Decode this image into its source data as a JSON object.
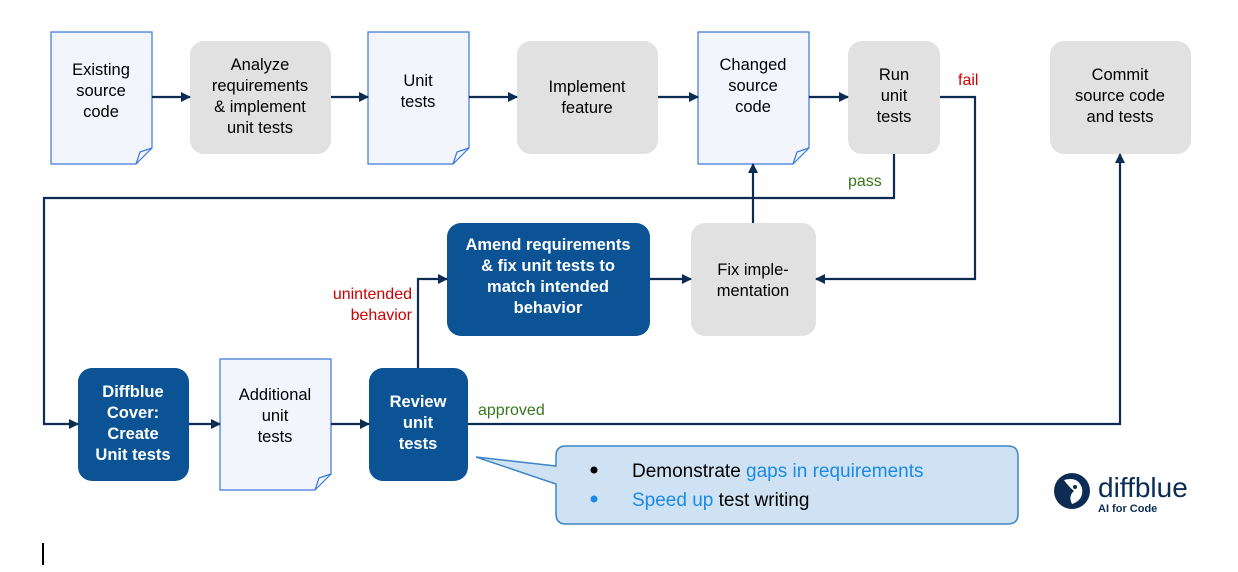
{
  "colors": {
    "doc_fill": "#f2f6fc",
    "doc_stroke": "#3c78d8",
    "process_fill": "#e1e1e1",
    "dark_fill": "#0b5394",
    "arrow": "#0d2c54",
    "fail": "#cc0000",
    "pass": "#38761d",
    "callout_fill": "#cfe2f3",
    "callout_stroke": "#3d85c6",
    "highlight": "#1a8ae6"
  },
  "nodes": {
    "existing_source": [
      "Existing",
      "source",
      "code"
    ],
    "analyze": [
      "Analyze",
      "requirements",
      "& implement",
      "unit tests"
    ],
    "unit_tests": [
      "Unit",
      "tests"
    ],
    "implement": [
      "Implement",
      "feature"
    ],
    "changed_source": [
      "Changed",
      "source",
      "code"
    ],
    "run_tests": [
      "Run",
      "unit",
      "tests"
    ],
    "commit": [
      "Commit",
      "source code",
      "and tests"
    ],
    "amend": [
      "Amend requirements",
      "& fix unit tests to",
      "match intended",
      "behavior"
    ],
    "fix_impl": [
      "Fix imple-",
      "mentation"
    ],
    "diffblue_cover": [
      "Diffblue",
      "Cover:",
      "Create",
      "Unit tests"
    ],
    "additional": [
      "Additional",
      "unit",
      "tests"
    ],
    "review": [
      "Review",
      "unit",
      "tests"
    ]
  },
  "labels": {
    "fail": "fail",
    "pass": "pass",
    "unintended": [
      "unintended",
      "behavior"
    ],
    "approved": "approved"
  },
  "callout": {
    "line1_plain": "Demonstrate ",
    "line1_highlight": "gaps in requirements",
    "line2_highlight": "Speed up",
    "line2_plain": " test writing"
  },
  "logo": {
    "name": "diffblue",
    "tagline": "AI for Code"
  }
}
